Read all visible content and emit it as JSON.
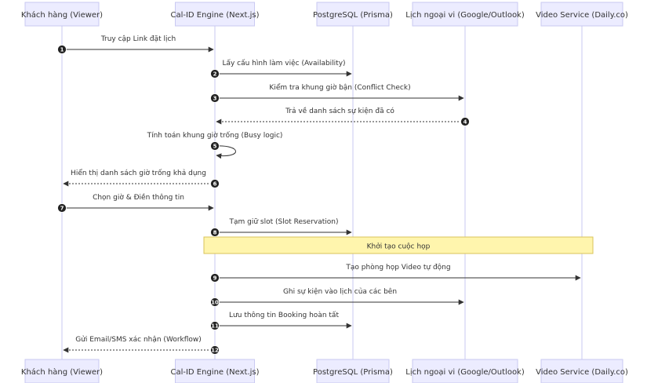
{
  "actors": [
    {
      "id": "viewer",
      "label": "Khách hàng (Viewer)"
    },
    {
      "id": "engine",
      "label": "Cal-ID Engine (Next.js)"
    },
    {
      "id": "db",
      "label": "PostgreSQL (Prisma)"
    },
    {
      "id": "calendar",
      "label": "Lịch ngoại vi (Google/Outlook)"
    },
    {
      "id": "video",
      "label": "Video Service (Daily.co)"
    }
  ],
  "messages": [
    {
      "num": "1",
      "from": "viewer",
      "to": "engine",
      "style": "solid",
      "label": "Truy cập Link đặt lịch"
    },
    {
      "num": "2",
      "from": "engine",
      "to": "db",
      "style": "solid",
      "label": "Lấy cấu hình làm việc (Availability)"
    },
    {
      "num": "3",
      "from": "engine",
      "to": "calendar",
      "style": "solid",
      "label": "Kiểm tra khung giờ bận (Conflict Check)"
    },
    {
      "num": "4",
      "from": "calendar",
      "to": "engine",
      "style": "dashed",
      "label": "Trả về danh sách sự kiện đã có"
    },
    {
      "num": "5",
      "from": "engine",
      "to": "engine",
      "style": "solid",
      "label": "Tính toán khung giờ trống (Busy logic)"
    },
    {
      "num": "6",
      "from": "engine",
      "to": "viewer",
      "style": "dashed",
      "label": "Hiển thị danh sách giờ trống khả dụng"
    },
    {
      "num": "7",
      "from": "viewer",
      "to": "engine",
      "style": "solid",
      "label": "Chọn giờ & Điền thông tin"
    },
    {
      "num": "8",
      "from": "engine",
      "to": "db",
      "style": "solid",
      "label": "Tạm giữ slot (Slot Reservation)"
    },
    {
      "num": "9",
      "from": "engine",
      "to": "video",
      "style": "solid",
      "label": "Tạo phòng họp Video tự động"
    },
    {
      "num": "10",
      "from": "engine",
      "to": "calendar",
      "style": "solid",
      "label": "Ghi sự kiện vào lịch của các bên"
    },
    {
      "num": "11",
      "from": "engine",
      "to": "db",
      "style": "solid",
      "label": "Lưu thông tin Booking hoàn tất"
    },
    {
      "num": "12",
      "from": "engine",
      "to": "viewer",
      "style": "dashed",
      "label": "Gửi Email/SMS xác nhận (Workflow)"
    }
  ],
  "note": {
    "label": "Khởi tạo cuộc họp",
    "over": [
      "engine",
      "video"
    ]
  },
  "colors": {
    "actor_fill": "#ECECFF",
    "actor_border": "#C9C9F2",
    "note_fill": "#FFF5AD",
    "line": "#333333"
  }
}
